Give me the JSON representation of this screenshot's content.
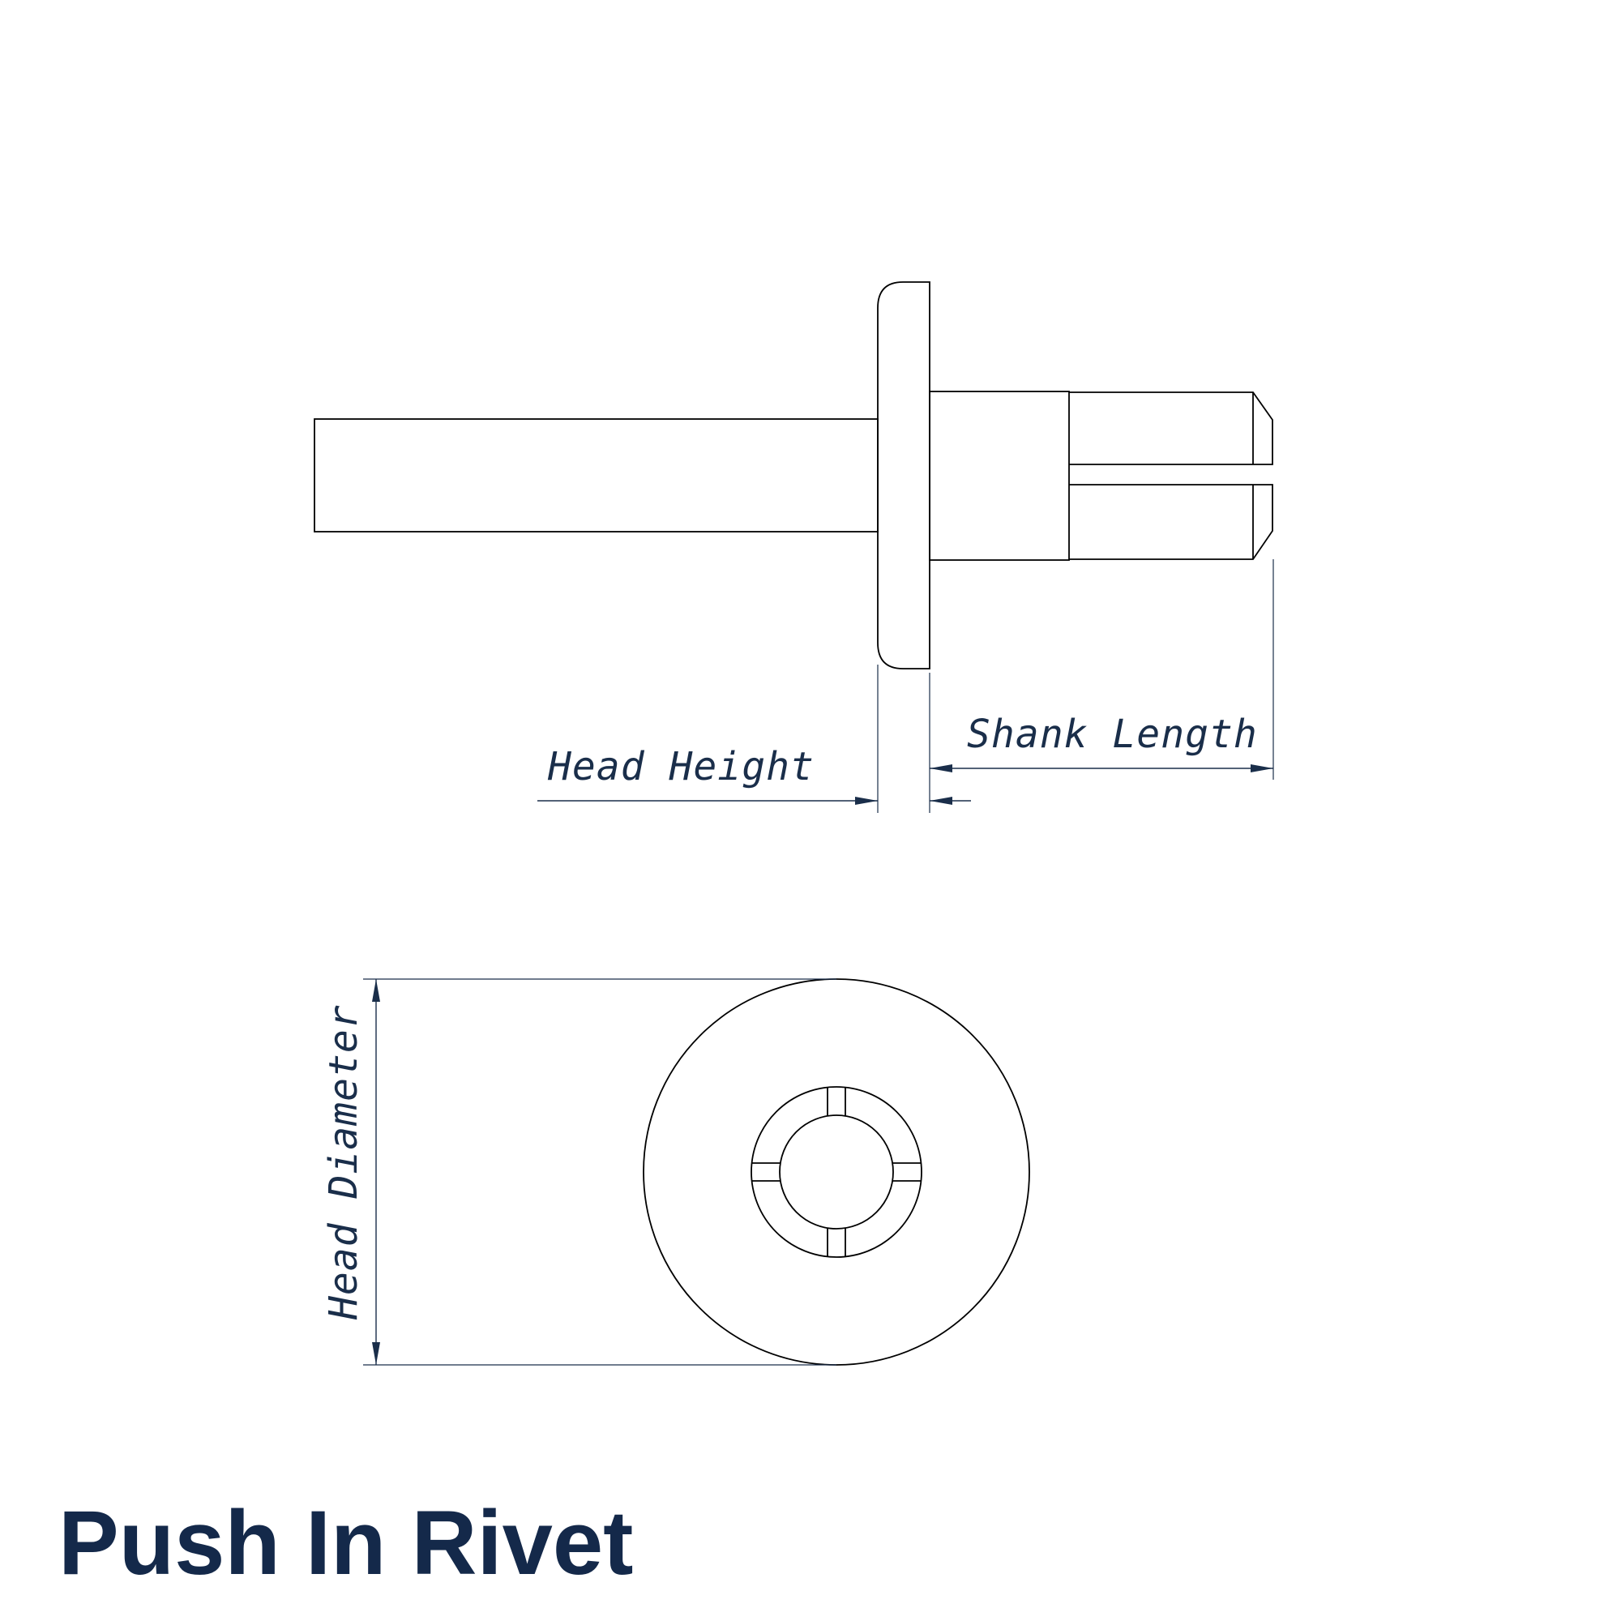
{
  "title": "Push In Rivet",
  "dimensions": {
    "head_height": "Head Height",
    "shank_length": "Shank Length",
    "head_diameter": "Head Diameter"
  },
  "colors": {
    "title": "#14294a",
    "dimension": "#1a2e4a",
    "outline": "#000000",
    "background": "#ffffff"
  }
}
